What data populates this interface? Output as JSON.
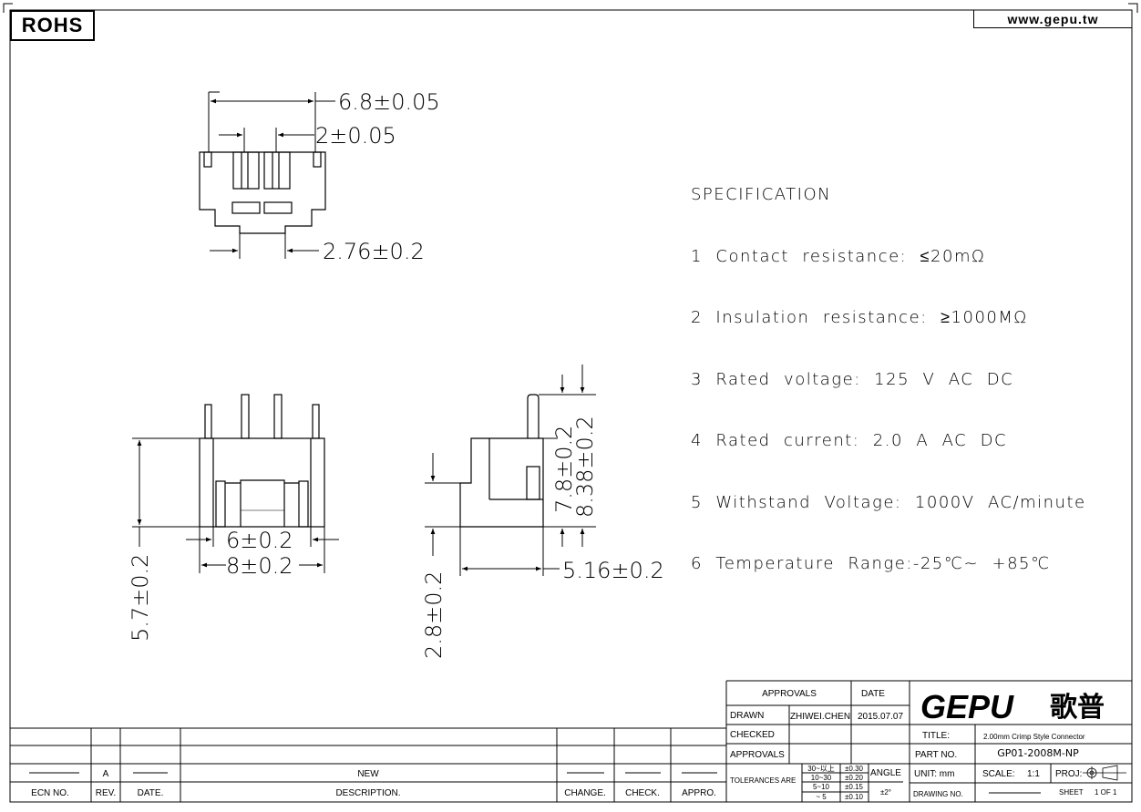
{
  "rohs": "ROHS",
  "website": "www.gepu.tw",
  "specification": {
    "title": "SPECIFICATION",
    "items": [
      "1  Contact  resistance:  ≤20mΩ",
      "2  Insulation  resistance:  ≥1000MΩ",
      "3  Rated  voltage:  125  V  AC  DC",
      "4  Rated  current:  2.0  A  AC  DC",
      "5  Withstand  Voltage:  1000V  AC/minute",
      "6  Temperature  Range:-25℃~  +85℃"
    ]
  },
  "dimensions": {
    "top_width": "6.8±0.05",
    "top_pitch": "2±0.05",
    "top_bottom": "2.76±0.2",
    "front_inner": "6±0.2",
    "front_outer": "8±0.2",
    "front_height": "5.7±0.2",
    "side_height": "2.8±0.2",
    "side_depth": "5.16±0.2",
    "side_h1": "7.8±0.2",
    "side_h2": "8.38±0.2"
  },
  "revision_table": {
    "headers": [
      "ECN NO.",
      "REV.",
      "DATE.",
      "DESCRIPTION.",
      "CHANGE.",
      "CHECK.",
      "APPRO."
    ],
    "rev": "A",
    "description": "NEW"
  },
  "title_block": {
    "approvals_label": "APPROVALS",
    "date_label": "DATE",
    "drawn_label": "DRAWN",
    "drawn_by": "ZHIWEI.CHEN",
    "drawn_date": "2015.07.07",
    "checked_label": "CHECKED",
    "approvals_row_label": "APPROVALS",
    "tolerances_label": "TOLERANCES  ARE",
    "tolerances": [
      {
        "range": "30~以上",
        "tol": "±0.30"
      },
      {
        "range": "10~30",
        "tol": "±0.20"
      },
      {
        "range": "5~10",
        "tol": "±0.15"
      },
      {
        "range": "~ 5",
        "tol": "±0.10"
      }
    ],
    "angle_label": "ANGLE",
    "angle_value": "±2°",
    "logo_text": "GEPU",
    "logo_cn": "歌普",
    "title_label": "TITLE:",
    "title_value": "2.00mm  Crimp  Style  Connector",
    "part_no_label": "PART  NO.",
    "part_no_value": "GP01-2008M-NP",
    "unit_label": "UNIT:  mm",
    "scale_label": "SCALE:",
    "scale_value": "1:1",
    "proj_label": "PROJ:",
    "drawing_no_label": "DRAWING  NO.",
    "sheet_label": "SHEET",
    "sheet_value": "1  OF  1"
  }
}
